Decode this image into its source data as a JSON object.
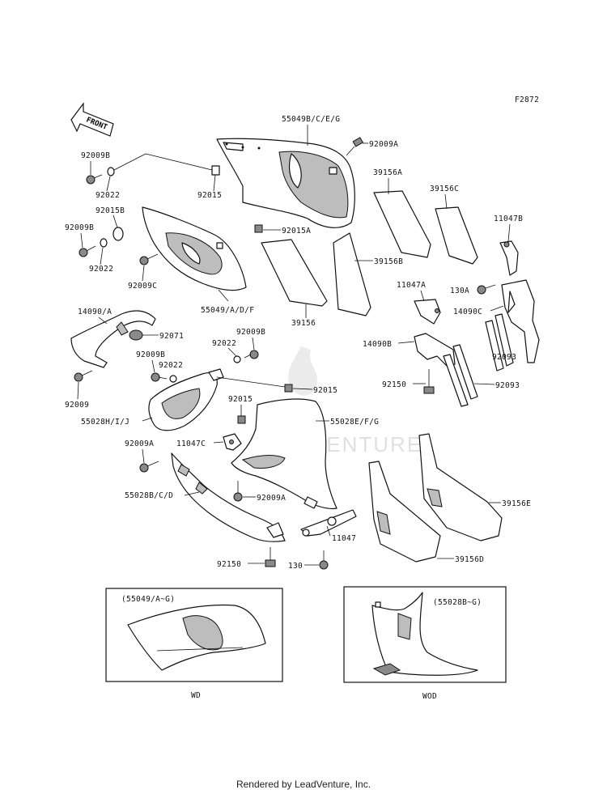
{
  "figure_code": "F2872",
  "front_label": "FRONT",
  "watermark": "LEADVENTURE",
  "footer": "Rendered by LeadVenture, Inc.",
  "callouts": {
    "c55049bceg": "55049B/C/E/G",
    "c92009a_top": "92009A",
    "c92009b_1": "92009B",
    "c92022_1": "92022",
    "c92015_1": "92015",
    "c39156a": "39156A",
    "c39156c": "39156C",
    "c92015b": "92015B",
    "c92009b_2": "92009B",
    "c92022_2": "92022",
    "c92009c": "92009C",
    "c92015a": "92015A",
    "c39156b": "39156B",
    "c11047b": "11047B",
    "c55049adf": "55049/A/D/F",
    "c39156": "39156",
    "c11047a": "11047A",
    "c130a": "130A",
    "c14090c": "14090C",
    "c14090a": "14090/A",
    "c92071": "92071",
    "c92009b_3": "92009B",
    "c92022_3": "92022",
    "c14090b": "14090B",
    "c92093_1": "92093",
    "c92009b_4": "92009B",
    "c92022_4": "92022",
    "c92009": "92009",
    "c92015_2": "92015",
    "c92150_1": "92150",
    "c92093_2": "92093",
    "c92015_3": "92015",
    "c55028hij": "55028H/I/J",
    "c55028efg": "55028E/F/G",
    "c92009a_mid": "92009A",
    "c11047c": "11047C",
    "c55028bcd": "55028B/C/D",
    "c92009a_low": "92009A",
    "c39156e": "39156E",
    "c11047": "11047",
    "c39156d": "39156D",
    "c92150_2": "92150",
    "c130": "130"
  },
  "insets": {
    "left": {
      "title": "(55049/A~G)",
      "caption": "WD"
    },
    "right": {
      "title": "(55028B~G)",
      "caption": "WOD"
    }
  }
}
